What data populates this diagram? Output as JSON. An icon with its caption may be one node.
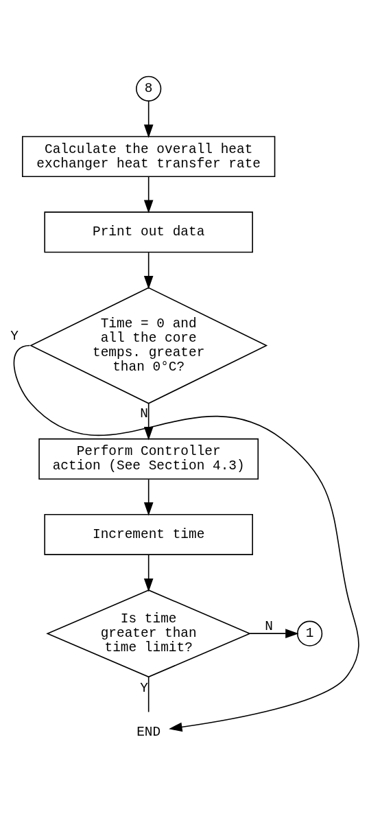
{
  "diagram": {
    "nodes": [
      {
        "text": [
          "8"
        ]
      },
      {
        "text": [
          "Calculate the overall heat exchanger heat transfer rate"
        ]
      },
      {
        "text": [
          "Print out data"
        ]
      },
      {
        "text": [
          "Time = 0 and all the core temps. greater than 0°C?"
        ]
      },
      {
        "text": [
          "Perform Controller action (See Section 4.3)"
        ]
      },
      {
        "text": [
          "Increment time"
        ]
      },
      {
        "text": [
          "Is time greater than time limit?"
        ]
      },
      {
        "text": [
          "1"
        ]
      },
      {
        "text": [
          "END"
        ]
      }
    ],
    "edges": [
      {
        "from": 0,
        "to": 1,
        "arrow": "to"
      },
      {
        "from": 1,
        "to": 2,
        "arrow": "to"
      },
      {
        "from": 2,
        "to": 3,
        "arrow": "to"
      },
      {
        "from": 3,
        "to": 4,
        "arrow": "to",
        "label": "N"
      },
      {
        "from": 4,
        "to": 5,
        "arrow": "to"
      },
      {
        "from": 5,
        "to": 6,
        "arrow": "to"
      },
      {
        "from": 6,
        "to": 7,
        "arrow": "to",
        "label": "N"
      },
      {
        "from": 6,
        "to": 8,
        "arrow": "none",
        "label": "Y"
      },
      {
        "from": 3,
        "to": 8,
        "arrow": "to",
        "label": "Y"
      }
    ]
  }
}
